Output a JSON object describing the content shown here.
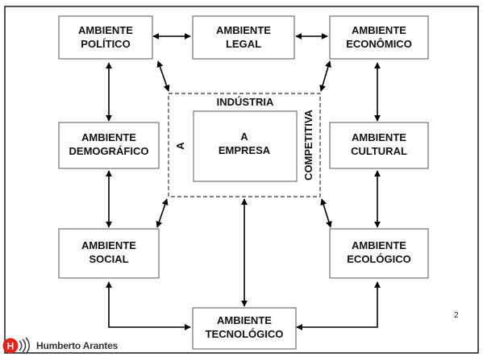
{
  "boxes": {
    "politico": [
      "AMBIENTE",
      "POLÍTICO"
    ],
    "legal": [
      "AMBIENTE",
      "LEGAL"
    ],
    "economico": [
      "AMBIENTE",
      "ECONÔMICO"
    ],
    "demografico": [
      "AMBIENTE",
      "DEMOGRÁFICO"
    ],
    "empresa": [
      "A",
      "EMPRESA"
    ],
    "cultural": [
      "AMBIENTE",
      "CULTURAL"
    ],
    "social": [
      "AMBIENTE",
      "SOCIAL"
    ],
    "ecologico": [
      "AMBIENTE",
      "ECOLÓGICO"
    ],
    "tecnologico": [
      "AMBIENTE",
      "TECNOLÓGICO"
    ]
  },
  "industry_frame": {
    "top_label": "INDÚSTRIA",
    "left_label": "A",
    "right_label": "COMPETITIVA"
  },
  "footer": {
    "author": "Humberto Arantes",
    "page_number": "2"
  },
  "colors": {
    "frame": "#1a1a1a",
    "box_border": "#555555",
    "arrow": "#000000",
    "logo_red": "#e0241b",
    "text": "#111111"
  }
}
